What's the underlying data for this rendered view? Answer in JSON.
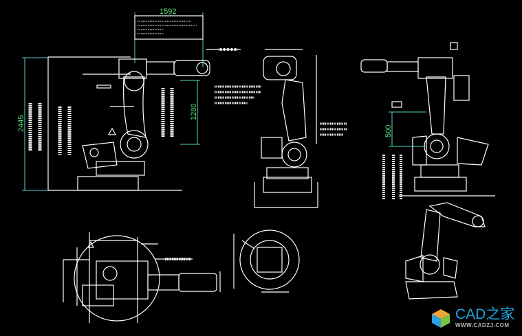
{
  "drawing": {
    "dimensions": {
      "reach_width": "1592",
      "total_height": "2445",
      "arm_height": "1280",
      "right_view_height": "500"
    },
    "colors": {
      "background": "#000000",
      "geometry": "#ffffff",
      "dimension_lines": "#4fd6c8",
      "dimension_text": "#5fe07a"
    },
    "views": [
      "side-view",
      "front-view",
      "rear-view",
      "top-view",
      "flange-detail",
      "isometric-view"
    ]
  },
  "watermark": {
    "brand": "CAD之家",
    "url": "WWW.CADZJ.COM"
  }
}
